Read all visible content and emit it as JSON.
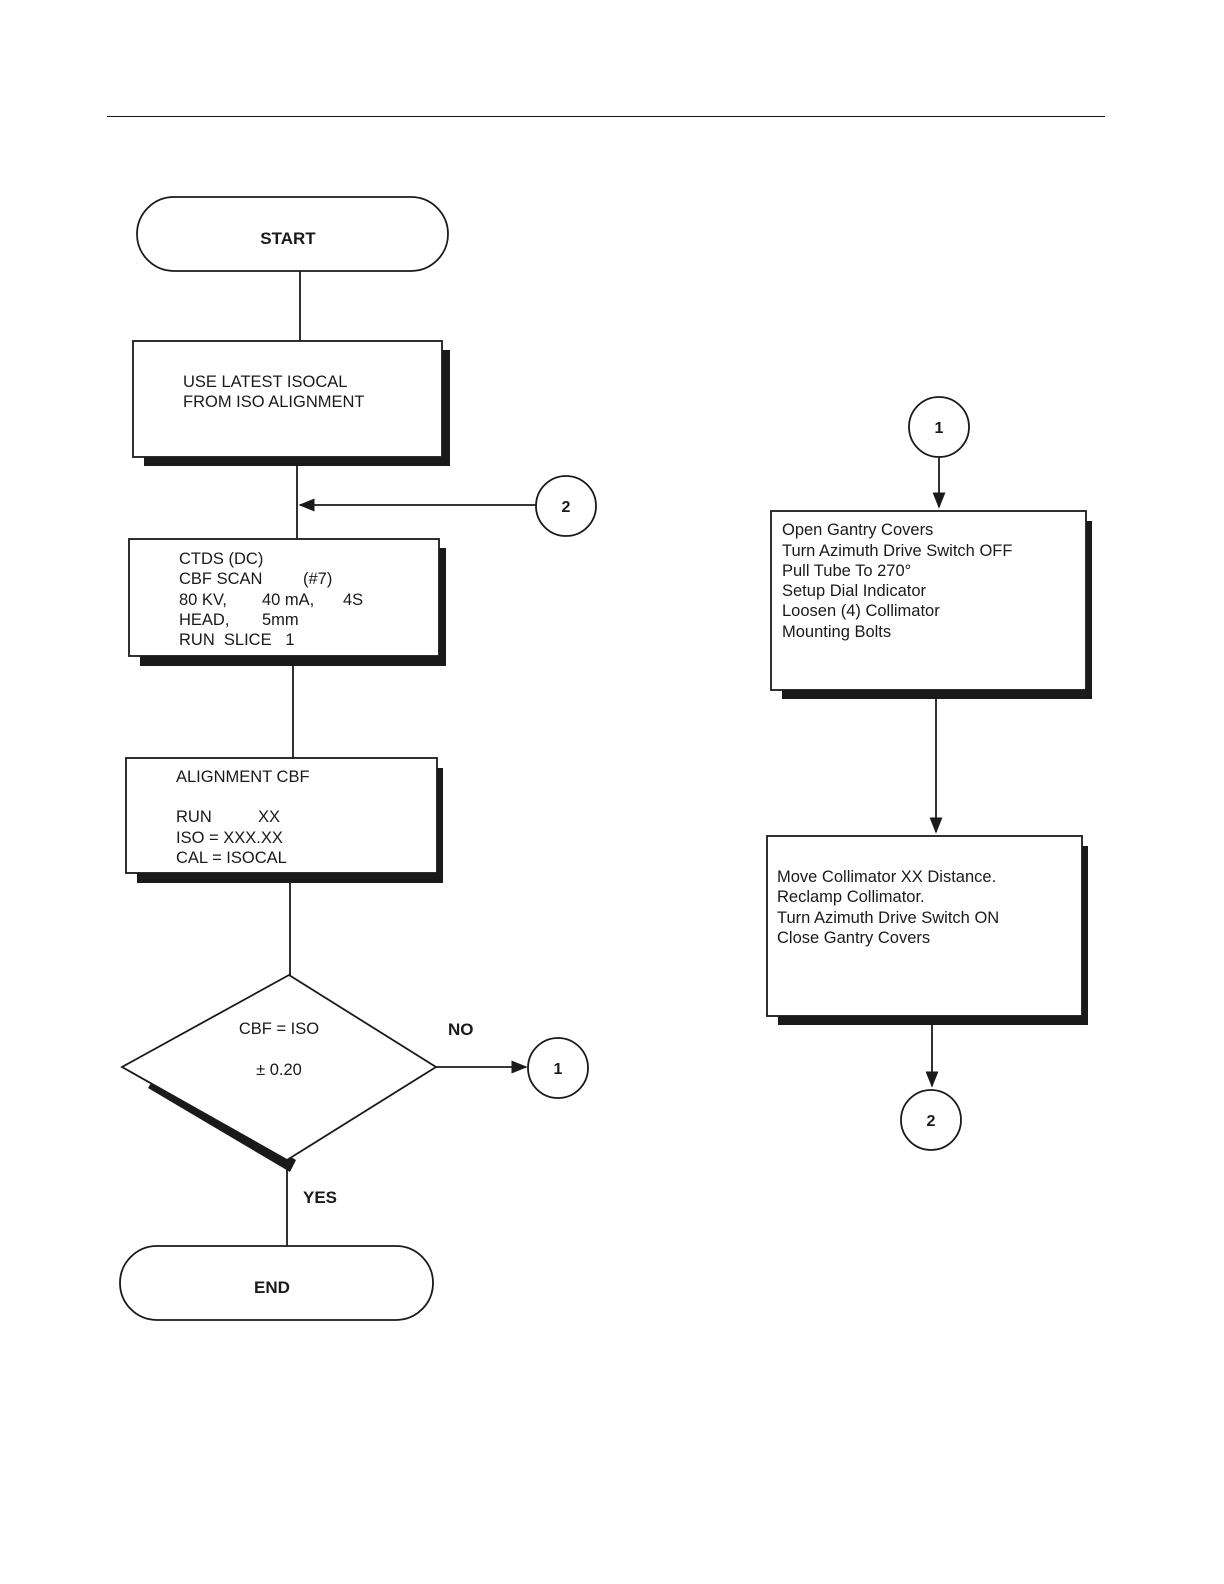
{
  "flowchart": {
    "start": "START",
    "step_isocal": [
      "USE LATEST ISOCAL",
      "FROM ISO ALIGNMENT"
    ],
    "step_scan": [
      "CTDS (DC)",
      "CBF SCAN",
      "(#7)",
      "80 KV,",
      "40 mA,",
      "4S",
      "HEAD,",
      "5mm",
      "RUN  SLICE   1"
    ],
    "step_alignment": [
      "ALIGNMENT CBF",
      "RUN",
      "XX",
      "ISO = XXX.XX",
      "CAL = ISOCAL"
    ],
    "decision": [
      "CBF = ISO",
      "± 0.20"
    ],
    "branch_no": "NO",
    "branch_yes": "YES",
    "end": "END",
    "connector_1": "1",
    "connector_2": "2",
    "step_open": [
      "Open Gantry Covers",
      "Turn Azimuth Drive Switch OFF",
      "Pull Tube To 270°",
      "Setup Dial Indicator",
      "Loosen (4) Collimator",
      "Mounting Bolts"
    ],
    "step_move": [
      "Move Collimator XX Distance.",
      "Reclamp Collimator.",
      "Turn Azimuth Drive Switch ON",
      "Close Gantry Covers"
    ]
  }
}
